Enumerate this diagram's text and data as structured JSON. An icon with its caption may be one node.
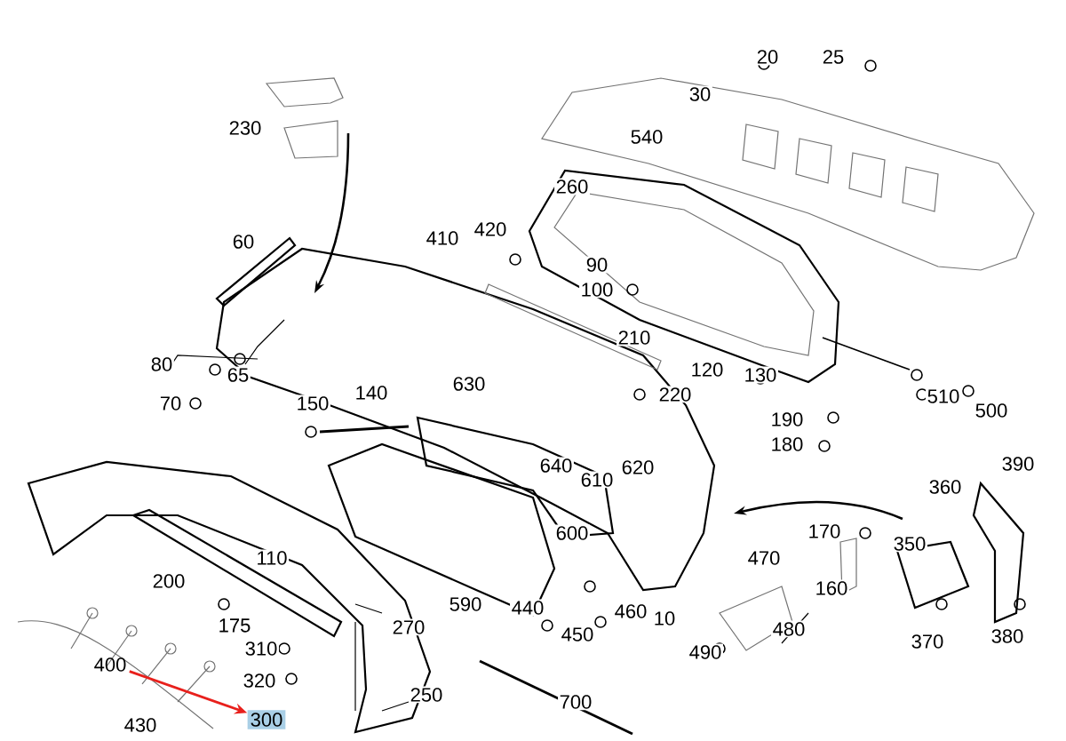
{
  "diagram": {
    "nodes": [
      {
        "text": [
          "400"
        ]
      },
      {
        "text": [
          "300"
        ]
      }
    ],
    "edges": [
      {
        "from": 0,
        "to": 1,
        "arrow": "to",
        "color": "#e8201c"
      }
    ],
    "labels": [
      "20",
      "25",
      "30",
      "540",
      "230",
      "260",
      "60",
      "410",
      "420",
      "90",
      "100",
      "210",
      "80",
      "65",
      "70",
      "120",
      "130",
      "510",
      "500",
      "150",
      "140",
      "630",
      "220",
      "190",
      "180",
      "640",
      "620",
      "390",
      "610",
      "360",
      "600",
      "170",
      "350",
      "110",
      "470",
      "160",
      "200",
      "590",
      "440",
      "460",
      "10",
      "175",
      "270",
      "450",
      "480",
      "370",
      "380",
      "310",
      "490",
      "320",
      "250",
      "700",
      "430"
    ]
  }
}
